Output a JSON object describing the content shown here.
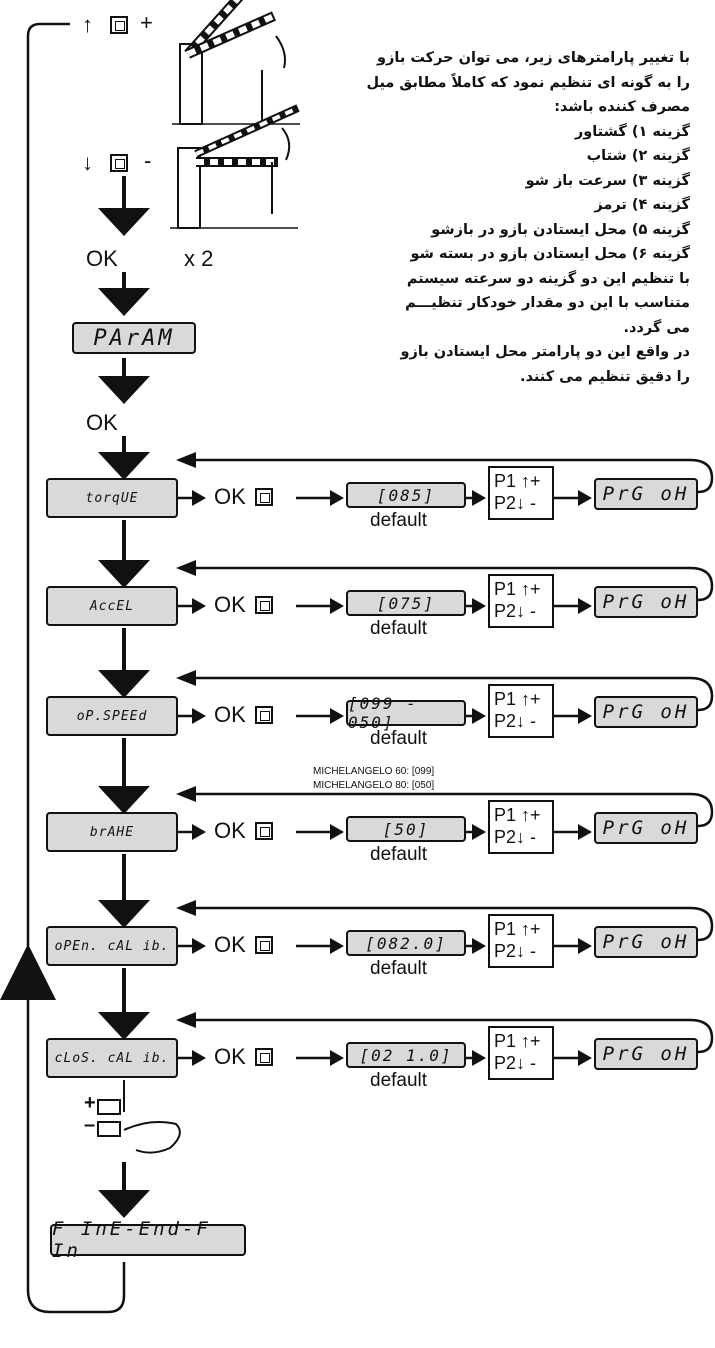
{
  "description_lines": [
    "با تغییر پارامترهای زیر، می توان حرکت بازو",
    "را به گونه ای تنظیم نمود که کاملاً مطابق میل",
    "مصرف کننده باشد:",
    "گزینه ۱) گشتاور",
    "گزینه ۲) شتاب",
    "گزینه ۳) سرعت باز شو",
    "گزینه ۴) ترمز",
    "گزینه ۵) محل ایستادن بازو در بازشو",
    "گزینه ۶) محل ایستادن بازو در بسته شو",
    "با تنظیم این دو گزینه دو سرعته سیستم",
    "متناسب با این دو مقدار خودکار تنظیـــم",
    "می گردد.",
    "در واقع این دو پارامتر محل ایستادن بازو",
    "را دقیق تنظیم می کنند."
  ],
  "top": {
    "up_symbols": "↑",
    "up_sign": "+",
    "down_symbols": "↓",
    "down_sign": "-",
    "ok_x2_label": "OK",
    "x2": "x 2",
    "param_display": "PArAM",
    "ok_label": "OK"
  },
  "rows": [
    {
      "display": "torqUE",
      "ok": "OK",
      "value": "[085]",
      "default": "default"
    },
    {
      "display": "AccEL",
      "ok": "OK",
      "value": "[075]",
      "default": "default"
    },
    {
      "display": "oP.SPEEd",
      "ok": "OK",
      "value": "[099 - 050]",
      "default": "default"
    },
    {
      "display": "brAHE",
      "ok": "OK",
      "value": "[50]",
      "default": "default"
    },
    {
      "display": "oPEn. cAL ib.",
      "ok": "OK",
      "value": "[082.0]",
      "default": "default"
    },
    {
      "display": "cLoS. cAL ib.",
      "ok": "OK",
      "value": "[02 1.0]",
      "default": "default"
    }
  ],
  "p_box": {
    "line1": "P1 ↑+",
    "line2": "P2↓ -"
  },
  "prg_display": "PrG oH",
  "notes": [
    "MICHELANGELO 60: [099]",
    "MICHELANGELO 80: [050]"
  ],
  "end_display": "F InE-End-F In",
  "plus_minus": {
    "plus": "+",
    "minus": "–"
  }
}
